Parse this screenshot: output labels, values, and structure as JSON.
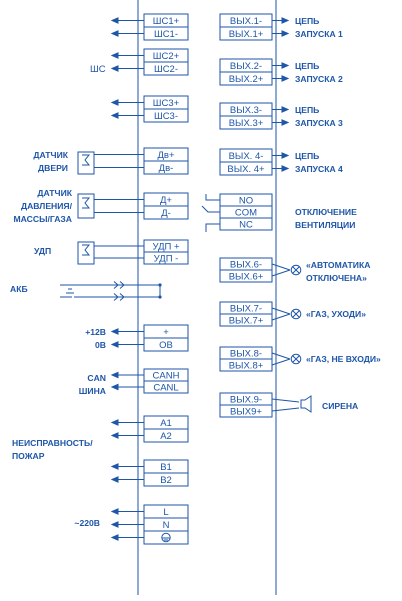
{
  "colors": {
    "line": "#1e56a8",
    "background": "#ffffff"
  },
  "shs": {
    "group_label": "ШС",
    "pins": [
      "ШС1+",
      "ШС1-",
      "ШС2+",
      "ШС2-",
      "ШС3+",
      "ШС3-"
    ]
  },
  "outputs": [
    {
      "pins": [
        "ВЫХ.1-",
        "ВЫХ.1+"
      ],
      "label_lines": [
        "ЦЕПЬ",
        "ЗАПУСКА 1"
      ]
    },
    {
      "pins": [
        "ВЫХ.2-",
        "ВЫХ.2+"
      ],
      "label_lines": [
        "ЦЕПЬ",
        "ЗАПУСКА 2"
      ]
    },
    {
      "pins": [
        "ВЫХ.3-",
        "ВЫХ.3+"
      ],
      "label_lines": [
        "ЦЕПЬ",
        "ЗАПУСКА 3"
      ]
    },
    {
      "pins": [
        "ВЫХ. 4-",
        "ВЫХ. 4+"
      ],
      "label_lines": [
        "ЦЕПЬ",
        "ЗАПУСКА 4"
      ]
    }
  ],
  "door": {
    "pins": [
      "Дв+",
      "Дв-"
    ],
    "label_lines": [
      "ДАТЧИК",
      "ДВЕРИ"
    ]
  },
  "pressure": {
    "pins": [
      "Д+",
      "Д-"
    ],
    "label_lines": [
      "ДАТЧИК",
      "ДАВЛЕНИЯ/",
      "МАССЫ/ГАЗА"
    ]
  },
  "relay": {
    "pins": [
      "NO",
      "COM",
      "NC"
    ],
    "label_lines": [
      "ОТКЛЮЧЕНИЕ",
      "ВЕНТИЛЯЦИИ"
    ]
  },
  "udp": {
    "pins": [
      "УДП +",
      "УДП -"
    ],
    "label": "УДП"
  },
  "akb": {
    "label": "АКБ"
  },
  "power": {
    "pins": [
      "+",
      "ОВ"
    ],
    "label_lines": [
      "+12В",
      "0В"
    ]
  },
  "can": {
    "pins": [
      "CANH",
      "CANL"
    ],
    "label_lines": [
      "CAN",
      "ШИНА"
    ]
  },
  "fault": {
    "pins": [
      "A1",
      "A2",
      "B1",
      "B2"
    ],
    "label_lines": [
      "НЕИСПРАВНОСТЬ/",
      "ПОЖАР"
    ]
  },
  "mains": {
    "pins": [
      "L",
      "N"
    ],
    "label": "~220В",
    "ground_icon": "ground-icon"
  },
  "indicators": [
    {
      "pins": [
        "ВЫХ.6-",
        "ВЫХ.6+"
      ],
      "label_lines": [
        "«АВТОМАТИКА",
        "ОТКЛЮЧЕНА»"
      ],
      "icon": "lamp-icon"
    },
    {
      "pins": [
        "ВЫХ.7-",
        "ВЫХ.7+"
      ],
      "label_lines": [
        "«ГАЗ, УХОДИ»"
      ],
      "icon": "lamp-icon"
    },
    {
      "pins": [
        "ВЫХ.8-",
        "ВЫХ.8+"
      ],
      "label_lines": [
        "«ГАЗ, НЕ ВХОДИ»"
      ],
      "icon": "lamp-icon"
    }
  ],
  "siren": {
    "pins": [
      "ВЫХ.9-",
      "ВЫХ9+"
    ],
    "label": "СИРЕНА",
    "icon": "siren-icon"
  }
}
